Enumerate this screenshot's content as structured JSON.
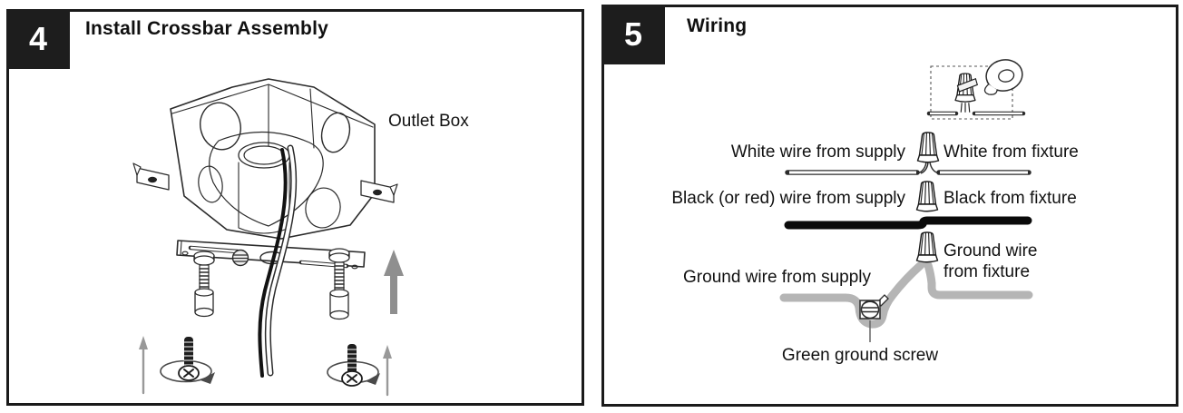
{
  "panels": {
    "step4": {
      "number": "4",
      "title": "Install Crossbar Assembly",
      "labels": {
        "outlet_box": "Outlet Box"
      }
    },
    "step5": {
      "number": "5",
      "title": "Wiring",
      "labels": {
        "white_supply": "White wire from supply",
        "white_fixture": "White from fixture",
        "black_supply": "Black (or red) wire from supply",
        "black_fixture": "Black from fixture",
        "ground_supply": "Ground wire from supply",
        "ground_fixture": "Ground wire from fixture",
        "green_screw": "Green ground screw"
      }
    }
  },
  "icons": {
    "wire_nut": "wire-nut-icon",
    "electrical_tape": "electrical-tape-roll-icon",
    "ground_screw": "ground-screw-icon",
    "up_arrow": "up-arrow-icon",
    "rotation_arrow": "rotation-arrow-icon",
    "mounting_screw": "mounting-screw-icon"
  },
  "colors": {
    "panel_border": "#1a1a1a",
    "badge_background": "#1d1d1d",
    "badge_text": "#ffffff",
    "line_art": "#2b2b2b",
    "arrow_gray": "#8f8f8f",
    "ground_wire_gray": "#b5b5b5",
    "black_wire": "#0a0a0a"
  }
}
